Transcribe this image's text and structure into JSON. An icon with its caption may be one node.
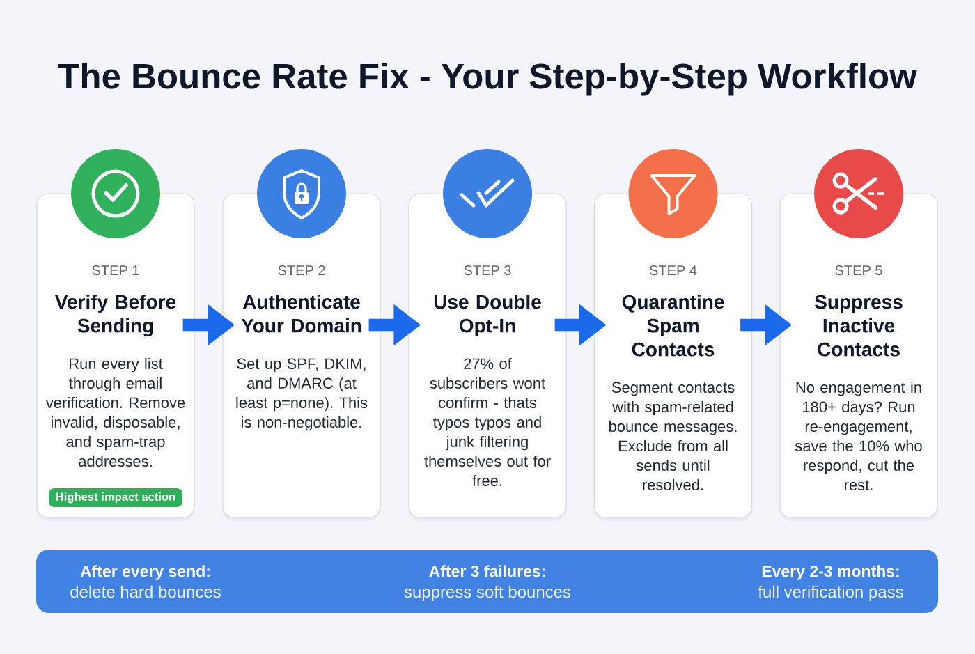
{
  "diagram": {
    "title": "The Bounce Rate Fix - Your Step-by-Step Workflow",
    "nodes": [
      {
        "text": [
          "STEP 1",
          "Verify Before Sending",
          "Run every list through email verification. Remove invalid, disposable, and spam-trap addresses."
        ]
      },
      {
        "text": [
          "Highest impact action"
        ],
        "in": 0
      },
      {
        "text": [
          "STEP 2",
          "Authenticate Your Domain",
          "Set up SPF, DKIM, and DMARC (at least p=none). This is non-negotiable."
        ]
      },
      {
        "text": [
          "STEP 3",
          "Use Double Opt-In",
          "27% of subscribers wont confirm - thats typos typos and junk filtering themselves out for free."
        ]
      },
      {
        "text": [
          "STEP 4",
          "Quarantine Spam Contacts",
          "Segment contacts with spam-related bounce messages. Exclude from all sends until resolved."
        ]
      },
      {
        "text": [
          "STEP 5",
          "Suppress Inactive Contacts",
          "No engagement in 180+ days? Run re-engagement, save the 10% who respond, cut the rest."
        ]
      },
      {
        "text": [
          "After every send:",
          "delete hard bounces",
          "After 3 failures:",
          "suppress soft bounces",
          "Every 2-3 months:",
          "full verification pass"
        ]
      }
    ],
    "edges": [
      {
        "from": 0,
        "to": 2,
        "arrow": "to"
      },
      {
        "from": 2,
        "to": 3,
        "arrow": "to"
      },
      {
        "from": 3,
        "to": 4,
        "arrow": "to"
      },
      {
        "from": 4,
        "to": 5,
        "arrow": "to"
      }
    ]
  }
}
